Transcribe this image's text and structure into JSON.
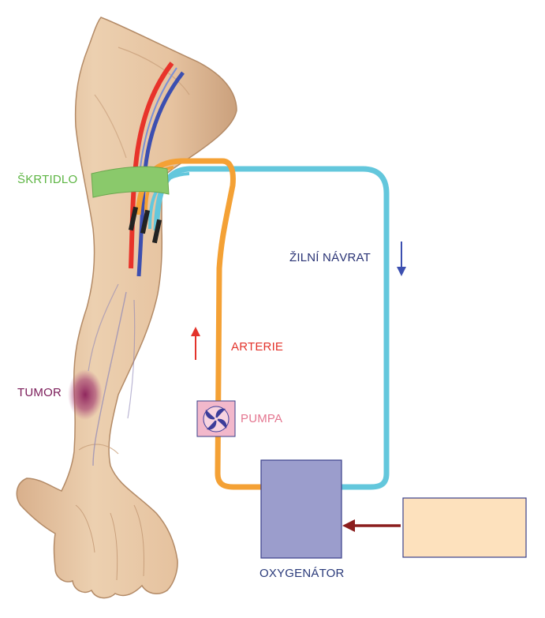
{
  "labels": {
    "tourniquet": "ŠKRTIDLO",
    "venous_return": "ŽILNÍ NÁVRAT",
    "artery": "ARTERIE",
    "tumor": "TUMOR",
    "pump": "PUMPA",
    "oxygenator": "OXYGENÁTOR"
  },
  "colors": {
    "skin": "#e8c9a8",
    "skin_shadow": "#c9a07c",
    "artery_tube": "#f4a135",
    "venous_tube": "#63c7dc",
    "artery_vessel": "#e8332a",
    "vein_vessel": "#3c4fb0",
    "tourniquet": "#8ac96b",
    "tourniquet_label": "#5db543",
    "venous_label": "#283274",
    "artery_label": "#e3332b",
    "tumor_label": "#7a1a58",
    "tumor": "#8b1f5a",
    "pump_box": "#f2b8cb",
    "pump_label": "#e4758f",
    "pump_icon": "#3c3d9a",
    "oxygenator_box": "#9b9dcc",
    "oxygenator_label": "#2a3a7a",
    "supply_box": "#fde1bd",
    "supply_arrow": "#8b1e1e",
    "box_border": "#3a3f8a"
  },
  "icons": {
    "flow_up_arrow": "arrow-up-icon",
    "flow_down_arrow": "arrow-down-icon",
    "supply_arrow": "arrow-left-icon",
    "pump_rotor": "pump-rotor-icon"
  }
}
